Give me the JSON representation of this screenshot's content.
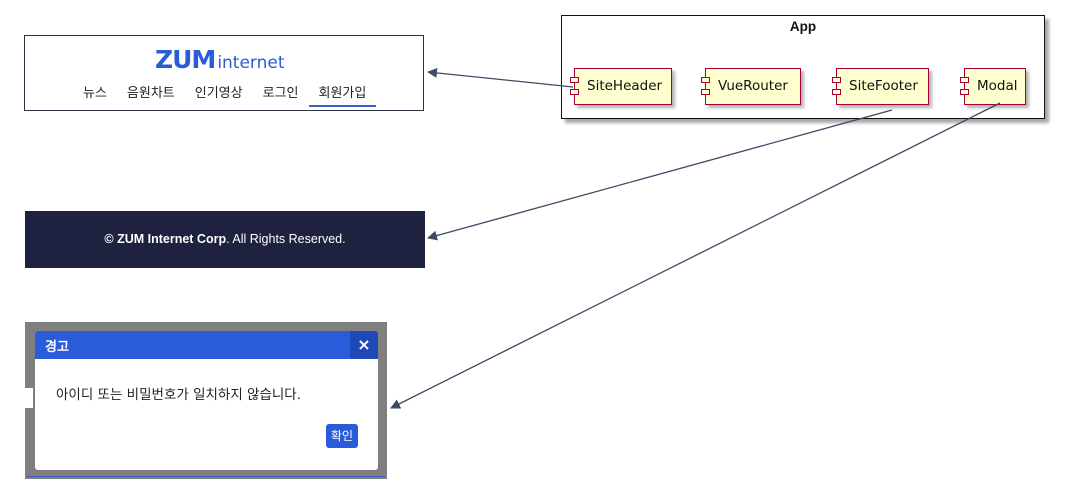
{
  "header": {
    "logo_bold": "ZUM",
    "logo_light": "internet",
    "nav": [
      "뉴스",
      "음원차트",
      "인기영상",
      "로그인",
      "회원가입"
    ]
  },
  "footer": {
    "copyright_bold": "© ZUM Internet Corp",
    "copyright_rest": ". All Rights Reserved."
  },
  "modal": {
    "title": "경고",
    "close": "×",
    "message": "아이디 또는 비밀번호가 일치하지 않습니다.",
    "confirm": "확인"
  },
  "diagram": {
    "container": "App",
    "components": [
      "SiteHeader",
      "VueRouter",
      "SiteFooter",
      "Modal"
    ],
    "edge_color": "#3f4a63"
  }
}
